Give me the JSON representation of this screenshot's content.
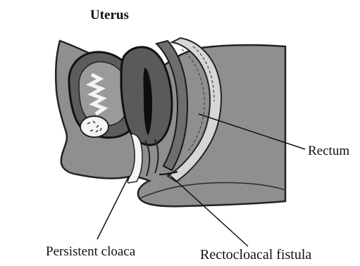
{
  "figure": {
    "labels": {
      "uterus": "Uterus",
      "rectum": "Rectum",
      "persistent_cloaca": "Persistent cloaca",
      "rectocloacal_fistula": "Rectocloacal fistula"
    }
  }
}
